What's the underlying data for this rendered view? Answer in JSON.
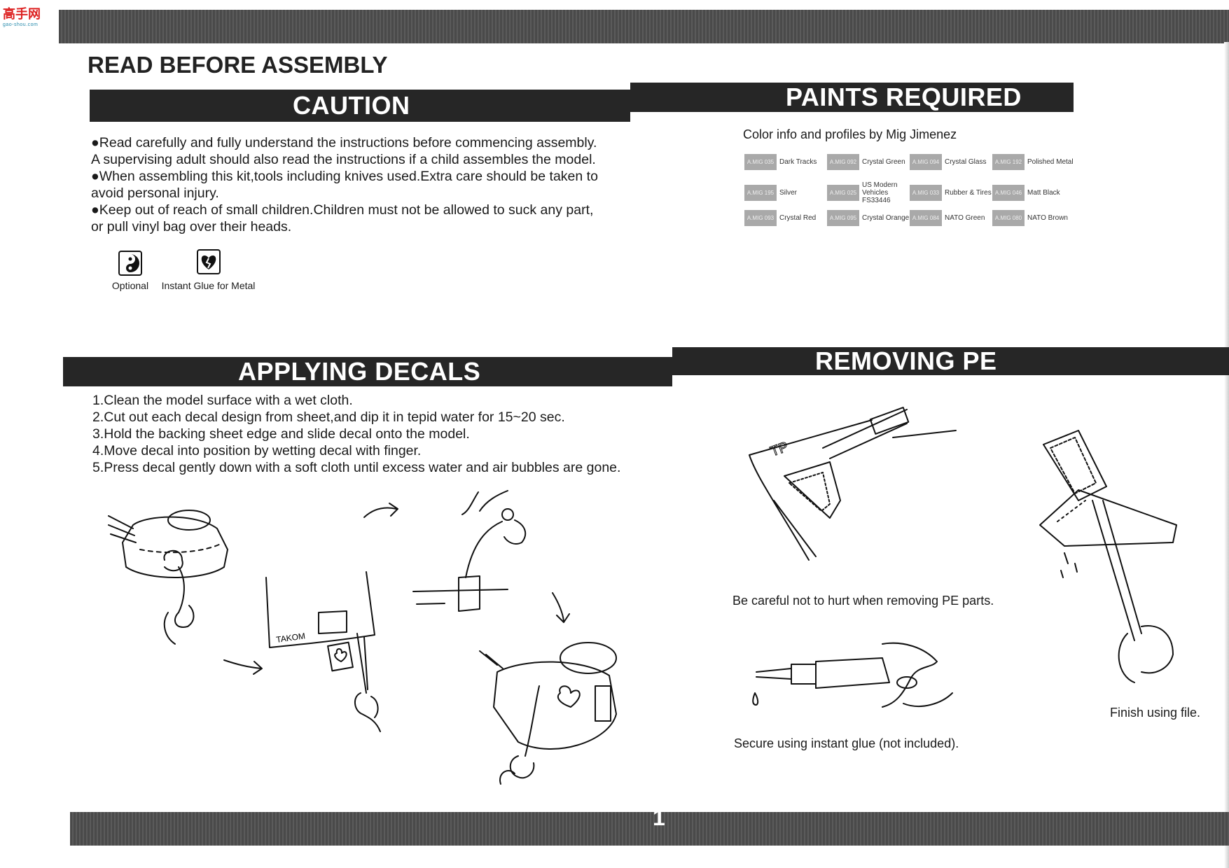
{
  "watermark": {
    "logo": "高手网",
    "url": "gao-shou.com"
  },
  "page_title": "READ BEFORE ASSEMBLY",
  "caution": {
    "heading": "CAUTION",
    "p1": "●Read carefully and fully understand the instructions before commencing assembly.",
    "p2": "A supervising adult should also read the instructions if a child assembles the model.",
    "p3": "●When assembling this kit,tools including knives used.Extra care should be taken to",
    "p4": "avoid personal injury.",
    "p5": "●Keep out of reach of small children.Children must not be allowed to suck any part,",
    "p6": "or pull vinyl bag over their heads.",
    "icons": [
      {
        "icon": "yin-yang-icon",
        "label": "Optional"
      },
      {
        "icon": "broken-heart-icon",
        "label": "Instant Glue for Metal"
      }
    ]
  },
  "paints": {
    "heading": "PAINTS REQUIRED",
    "subtitle": "Color info and profiles by Mig Jimenez",
    "swatches": [
      {
        "code": "A.MIG 035",
        "name": "Dark Tracks"
      },
      {
        "code": "A.MIG 092",
        "name": "Crystal Green"
      },
      {
        "code": "A.MIG 094",
        "name": "Crystal Glass"
      },
      {
        "code": "A.MIG 192",
        "name": "Polished Metal"
      },
      {
        "code": "A.MIG 195",
        "name": "Silver"
      },
      {
        "code": "A.MIG 025",
        "name": "US Modern Vehicles FS33446"
      },
      {
        "code": "A.MIG 033",
        "name": "Rubber & Tires"
      },
      {
        "code": "A.MIG 046",
        "name": "Matt Black"
      },
      {
        "code": "A.MIG 093",
        "name": "Crystal Red"
      },
      {
        "code": "A.MIG 095",
        "name": "Crystal Orange"
      },
      {
        "code": "A.MIG 084",
        "name": "NATO Green"
      },
      {
        "code": "A.MIG 080",
        "name": "NATO Brown"
      }
    ],
    "swatch_color": "#a9a9a9"
  },
  "decals": {
    "heading": "APPLYING DECALS",
    "steps": [
      "1.Clean the model surface with a wet cloth.",
      "2.Cut out each decal design from sheet,and dip it in tepid water for 15~20 sec.",
      "3.Hold the backing sheet edge and slide decal onto the model.",
      "4.Move decal into position by wetting decal with finger.",
      "5.Press decal gently down with a soft cloth until excess water and air bubbles are gone."
    ],
    "sheet_label": "TAKOM"
  },
  "pe": {
    "heading": "REMOVING PE",
    "fret_label": "TP",
    "caption_cut": "Be careful not to hurt when removing PE parts.",
    "caption_glue": "Secure using instant glue (not included).",
    "caption_file": "Finish using file."
  },
  "page_number": "1",
  "colors": {
    "band": "#262626",
    "bar": "#4f4f4f"
  }
}
